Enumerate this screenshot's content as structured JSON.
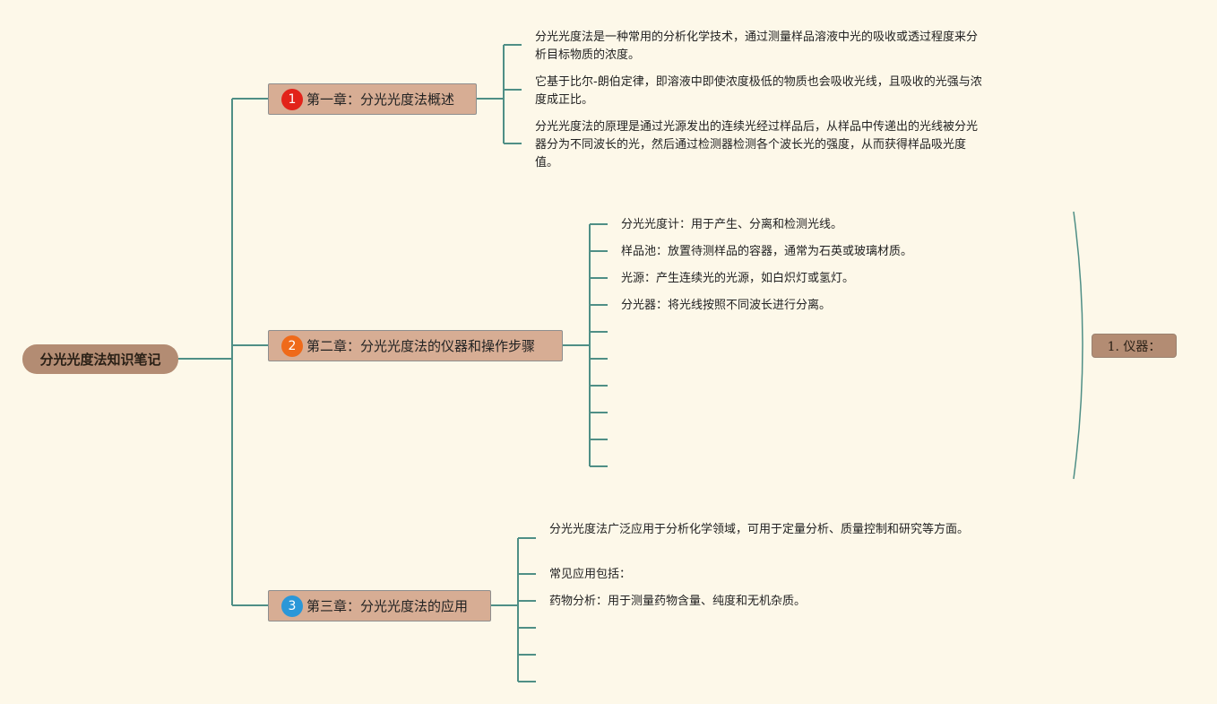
{
  "root": {
    "label": "分光光度法知识笔记"
  },
  "chapters": [
    {
      "number": "1",
      "badge_color": "#e2231a",
      "title": "第一章：分光光度法概述",
      "points": [
        "分光光度法是一种常用的分析化学技术，通过测量样品溶液中光的吸收或透过程度来分析目标物质的浓度。",
        "它基于比尔-朗伯定律，即溶液中即使浓度极低的物质也会吸收光线，且吸收的光强与浓度成正比。",
        "分光光度法的原理是通过光源发出的连续光经过样品后，从样品中传递出的光线被分光器分为不同波长的光，然后通过检测器检测各个波长光的强度，从而获得样品吸光度值。"
      ]
    },
    {
      "number": "2",
      "badge_color": "#ef6a1a",
      "title": "第二章：分光光度法的仪器和操作步骤",
      "points": [
        "分光光度计：用于产生、分离和检测光线。",
        "样品池：放置待测样品的容器，通常为石英或玻璃材质。",
        "光源：产生连续光的光源，如白炽灯或氢灯。",
        "分光器：将光线按照不同波长进行分离。"
      ]
    },
    {
      "number": "3",
      "badge_color": "#2a97d8",
      "title": "第三章：分光光度法的应用",
      "points": [
        "分光光度法广泛应用于分析化学领域，可用于定量分析、质量控制和研究等方面。",
        "常见应用包括：",
        "药物分析：用于测量药物含量、纯度和无机杂质。"
      ]
    }
  ],
  "side_node": {
    "label": "1. 仪器："
  },
  "colors": {
    "line": "#4f8f86",
    "background": "#fdf8e9",
    "root": "#b38c73",
    "chapter": "#d7ad94"
  }
}
